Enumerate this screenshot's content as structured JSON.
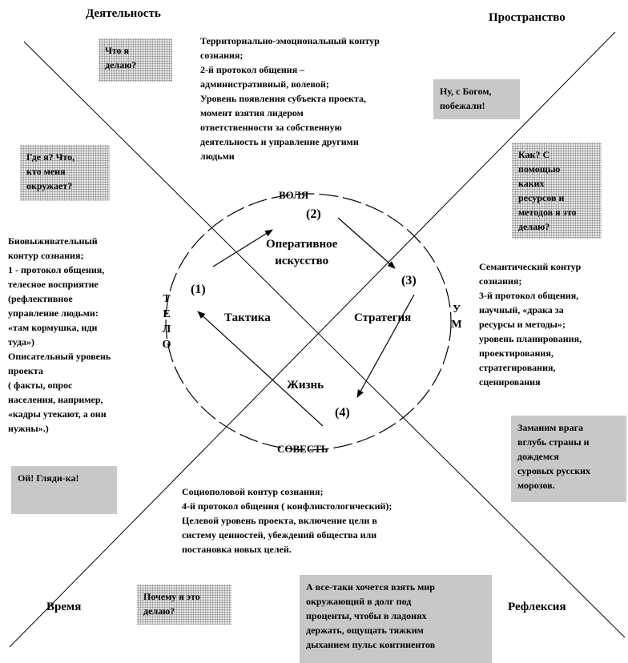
{
  "corners": {
    "top_left": "Деятельность",
    "top_right": "Пространство",
    "bottom_left": "Время",
    "bottom_right": "Рефлексия"
  },
  "questions": {
    "what_do_i_do": "Что я\nделаю?",
    "where_am_i": "Где я? Что,\nкто меня\nокружает?",
    "god_speed": "Ну, с Богом,\nпобежали!",
    "how": "Как? С\nпомощью\nкаких\nресурсов и\nметодов я это\nделаю?",
    "lure_enemy": "Заманим врага\nвглубь страны и\nдождемся\nсуровых русских\nморозов.",
    "oh_look": "Ой! Гляди-ка!",
    "why": "Почему я это\nделаю?",
    "borrow_world": "А все-таки хочется взять мир\nокружающий в долг под\nпроценты, чтобы в ладонях\nдержать, ощущать тяжким\nдыханием пульс континентов"
  },
  "contours": {
    "territorial": "Территориально-эмоциональный контур\nсознания;\n2-й протокол общения –\nадминистративный, волевой;\nУровень появления субъекта проекта,\nмомент взятия лидером\nответственности за собственную\nдеятельность и управление другими\nлюдьми",
    "biosurvival": "Биовыживательный\nконтур сознания;\n1 - протокол общения,\nтелесное восприятие\n (рефлективное\nуправление людьми:\n«там кормушка, иди\nтуда»)\nОписательный уровень\nпроекта\n( факты, опрос\nнаселения, например,\n«кадры утекают, а они\nнужны».)",
    "semantic": "Семантический контур\nсознания;\n3-й протокол общения,\nнаучный, «драка за\nресурсы и методы»;\nуровень планирования,\nпроектирования,\nстратегирования,\nсценирования",
    "sociosexual": "Социополовой контур сознания;\n4-й протокол общения ( конфликтологический);\nЦелевой уровень проекта, включение цели в\nсистему ценностей, убеждений общества или\nпостановка новых целей."
  },
  "circle": {
    "top": "ВОЛЯ",
    "bottom": "СОВЕСТЬ",
    "left": "ТЕЛО",
    "right": "УМ",
    "n1": "(1)",
    "n2": "(2)",
    "n3": "(3)",
    "n4": "(4)",
    "operative": "Оперативное\nискусство",
    "tactics": "Тактика",
    "strategy": "Стратегия",
    "life": "Жизнь"
  }
}
